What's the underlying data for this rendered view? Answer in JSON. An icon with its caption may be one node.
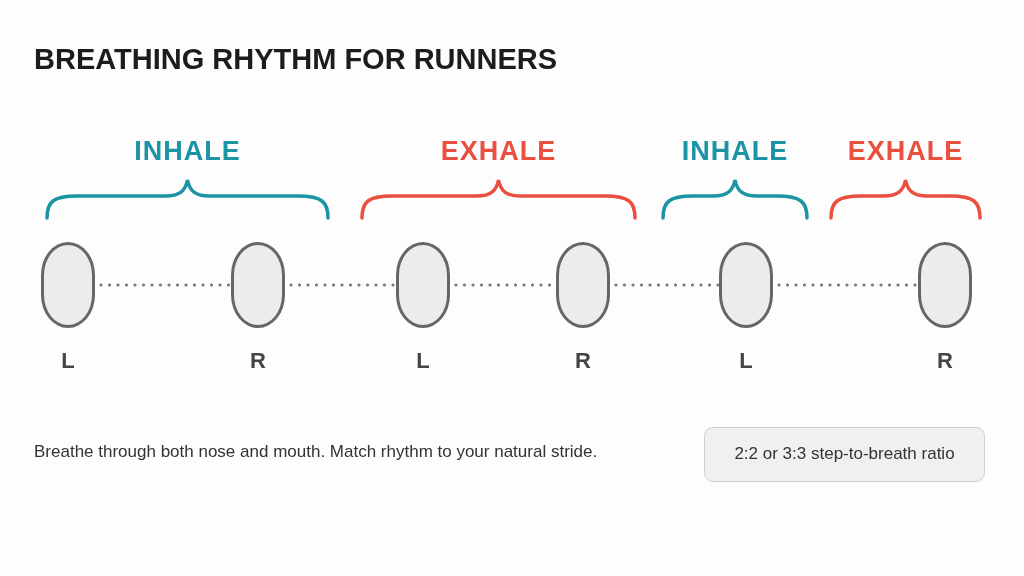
{
  "diagram": {
    "title": "BREATHING RHYTHM FOR RUNNERS",
    "nodes": [
      {
        "text": [
          "L"
        ]
      },
      {
        "text": [
          "R"
        ]
      },
      {
        "text": [
          "L"
        ]
      },
      {
        "text": [
          "R"
        ]
      },
      {
        "text": [
          "L"
        ]
      },
      {
        "text": [
          "R"
        ]
      },
      {
        "text": [
          "2:2 or 3:3 step-to-breath ratio"
        ]
      }
    ],
    "edges": [
      {
        "from": 0,
        "to": 1,
        "arrow": "none",
        "style": "dashed"
      },
      {
        "from": 1,
        "to": 2,
        "arrow": "none",
        "style": "dashed"
      },
      {
        "from": 2,
        "to": 3,
        "arrow": "none",
        "style": "dashed"
      },
      {
        "from": 3,
        "to": 4,
        "arrow": "none",
        "style": "dashed"
      },
      {
        "from": 4,
        "to": 5,
        "arrow": "none",
        "style": "dashed"
      }
    ],
    "labels": [
      "INHALE",
      "EXHALE",
      "INHALE",
      "EXHALE",
      "Breathe through both nose and mouth. Match rhythm to your natural stride."
    ]
  }
}
